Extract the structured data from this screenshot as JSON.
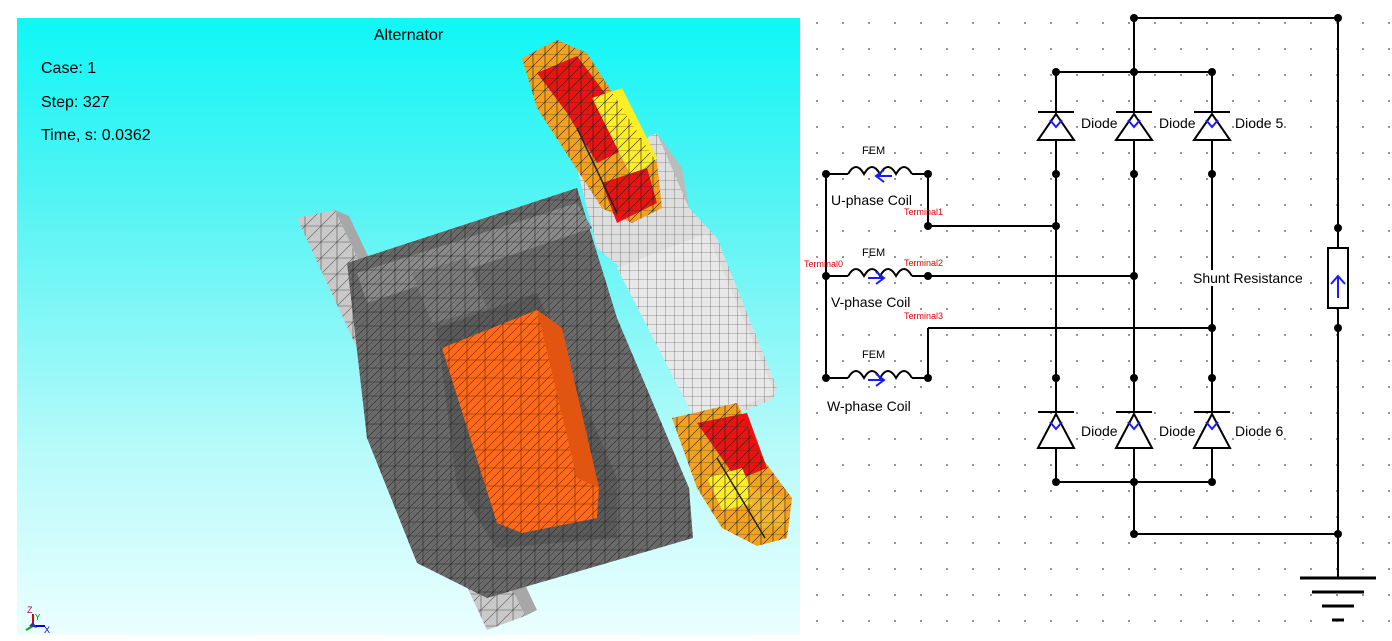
{
  "viewport": {
    "title": "Alternator",
    "case_label": "Case:",
    "case_value": "1",
    "step_label": "Step:",
    "step_value": "327",
    "time_label": "Time, s:",
    "time_value": "0.0362",
    "axis_labels": {
      "z": "Z",
      "y": "Y",
      "x": "X"
    },
    "colors": {
      "background_top": "#00ffff",
      "background_bottom": "#eaffff",
      "core": "#6a6a6a",
      "field_coil": "#ff6a1a",
      "winding_red": "#ee1111",
      "winding_yellow": "#ffee22",
      "winding_orange": "#f5a21a"
    }
  },
  "circuit": {
    "coils": [
      {
        "name": "U-phase Coil",
        "type": "FEM"
      },
      {
        "name": "V-phase Coil",
        "type": "FEM"
      },
      {
        "name": "W-phase Coil",
        "type": "FEM"
      }
    ],
    "terminals": [
      "Terminal0",
      "Terminal1",
      "Terminal2",
      "Terminal3"
    ],
    "diodes": [
      "Diode",
      "Diode",
      "Diode 5",
      "Diode",
      "Diode",
      "Diode 6"
    ],
    "resistor": "Shunt Resistance",
    "icons": [
      "inductor-icon",
      "diode-icon",
      "resistor-icon",
      "ground-icon"
    ]
  }
}
